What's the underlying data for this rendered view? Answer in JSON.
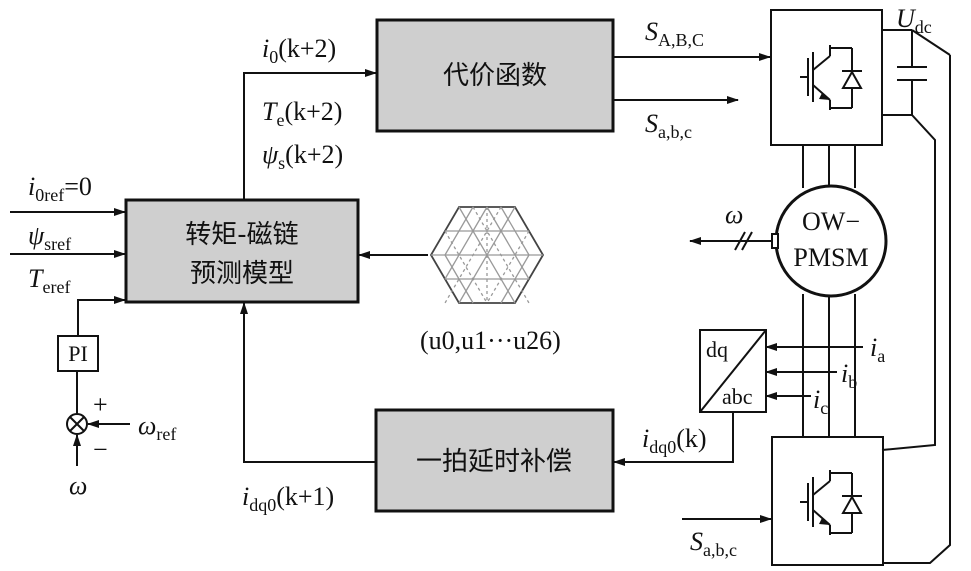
{
  "blocks": {
    "cost_function": "代价函数",
    "predict_line1": "转矩-磁链",
    "predict_line2": "预测模型",
    "compensation": "一拍延时补偿",
    "pi": "PI",
    "dq_top": "dq",
    "dq_bottom": "abc",
    "motor_line1": "OW−",
    "motor_line2": "PMSM"
  },
  "signals": {
    "i0_pred": {
      "sym": "i",
      "sub": "0",
      "tail": "(k+2)"
    },
    "te_pred": {
      "sym": "T",
      "sub": "e",
      "tail": "(k+2)"
    },
    "psi_pred": {
      "sym": "ψ",
      "sub": "s",
      "tail": "(k+2)"
    },
    "i0ref": {
      "sym": "i",
      "sub": "0ref",
      "tail": "=0"
    },
    "psisref": {
      "sym": "ψ",
      "sub": "sref",
      "tail": ""
    },
    "teref": {
      "sym": "T",
      "sub": "eref",
      "tail": ""
    },
    "wref": {
      "sym": "ω",
      "sub": "ref",
      "tail": ""
    },
    "w": "ω",
    "w_out": "ω",
    "plus": "+",
    "minus": "−",
    "vectors": "(u0,u1···u26)",
    "idq0k": {
      "sym": "i",
      "sub": "dq0",
      "tail": "(k)"
    },
    "idq0k1": {
      "sym": "i",
      "sub": "dq0",
      "tail": "(k+1)"
    },
    "s_upper": {
      "sym": "S",
      "sub": "A,B,C"
    },
    "s_lower1": {
      "sym": "S",
      "sub": "a,b,c"
    },
    "s_lower2": {
      "sym": "S",
      "sub": "a,b,c"
    },
    "udc": {
      "sym": "U",
      "sub": "dc"
    },
    "ia": {
      "sym": "i",
      "sub": "a"
    },
    "ib": {
      "sym": "i",
      "sub": "b"
    },
    "ic": {
      "sym": "i",
      "sub": "c"
    }
  }
}
